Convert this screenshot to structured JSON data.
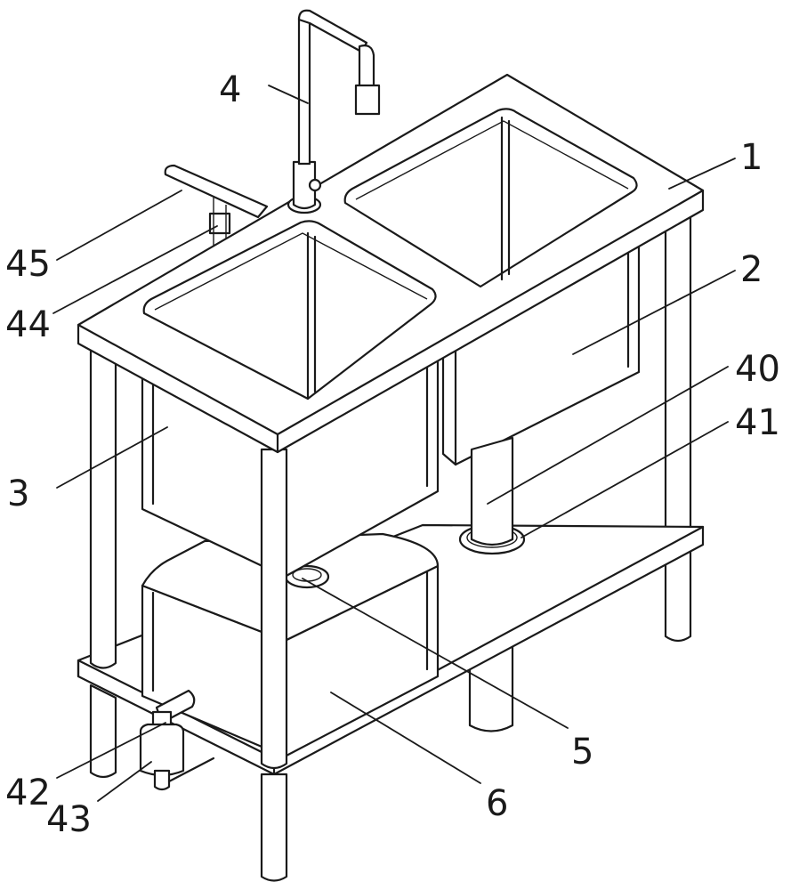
{
  "labels": [
    {
      "id": "1",
      "text": "1"
    },
    {
      "id": "2",
      "text": "2"
    },
    {
      "id": "3",
      "text": "3"
    },
    {
      "id": "4",
      "text": "4"
    },
    {
      "id": "5",
      "text": "5"
    },
    {
      "id": "6",
      "text": "6"
    },
    {
      "id": "40",
      "text": "40"
    },
    {
      "id": "41",
      "text": "41"
    },
    {
      "id": "42",
      "text": "42"
    },
    {
      "id": "43",
      "text": "43"
    },
    {
      "id": "44",
      "text": "44"
    },
    {
      "id": "45",
      "text": "45"
    }
  ],
  "colors": {
    "line": "#1a1a1a",
    "background": "#ffffff"
  }
}
